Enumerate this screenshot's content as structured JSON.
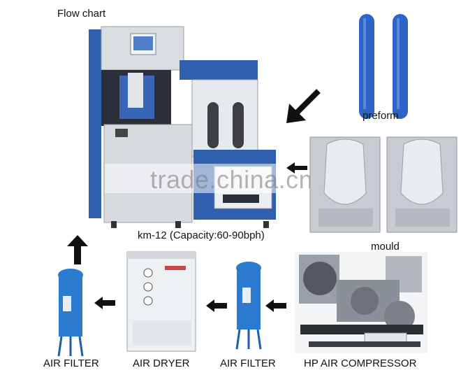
{
  "title": "Flow chart",
  "watermark": "trade.china.cn",
  "machine": {
    "label": "km-12 (Capacity:60-90bph)"
  },
  "preform": {
    "label": "preform"
  },
  "mould": {
    "label": "mould"
  },
  "chain": {
    "air_filter_left": "AIR FILTER",
    "air_dryer": "AIR DRYER",
    "air_filter_right": "AIR FILTER",
    "compressor": "HP AIR COMPRESSOR"
  },
  "colors": {
    "machine_blue": "#2f5fae",
    "preform_blue": "#2e63c8",
    "filter_blue": "#2c7bd1",
    "arrow": "#111111"
  },
  "icons": [
    "arrow-left-icon",
    "arrow-up-icon",
    "arrow-diagonal-icon"
  ]
}
